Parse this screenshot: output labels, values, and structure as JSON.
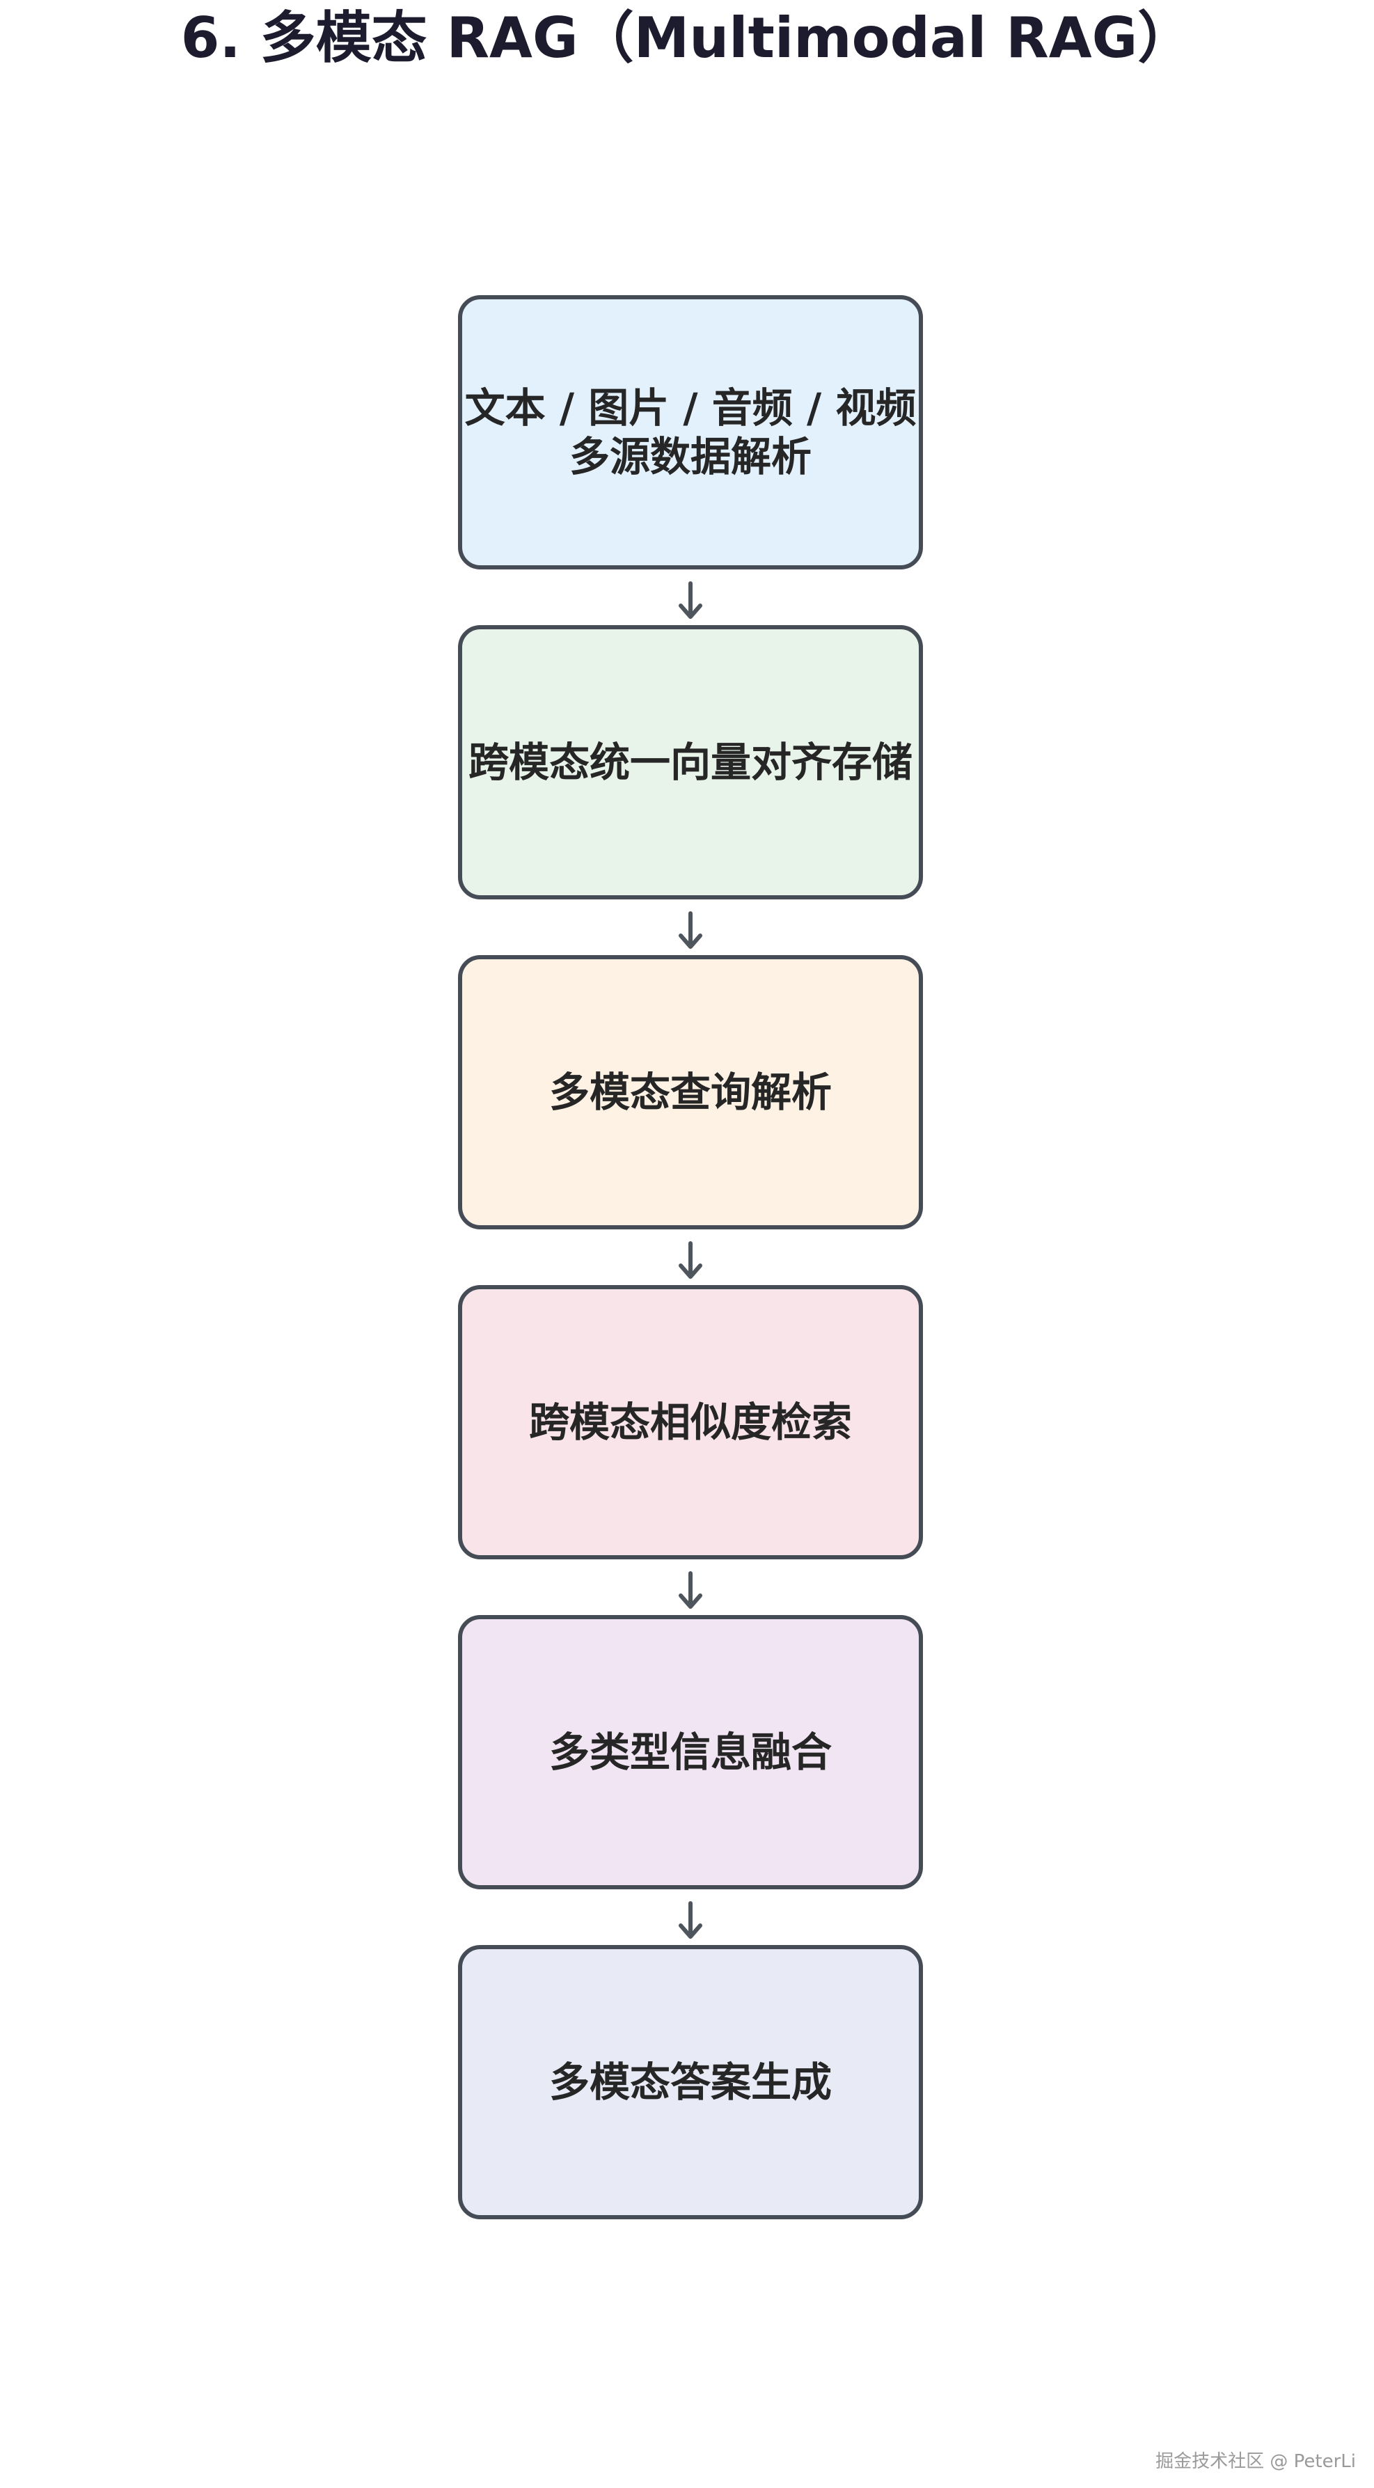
{
  "title": "6. 多模态 RAG（Multimodal RAG）",
  "steps": [
    {
      "lines": [
        "文本 / 图片 / 音频 / 视频",
        "多源数据解析"
      ],
      "fill": "#e3f1fc"
    },
    {
      "lines": [
        "跨模态统一向量对齐存储"
      ],
      "fill": "#e8f3e9"
    },
    {
      "lines": [
        "多模态查询解析"
      ],
      "fill": "#fdf2e3"
    },
    {
      "lines": [
        "跨模态相似度检索"
      ],
      "fill": "#f9e4ea"
    },
    {
      "lines": [
        "多类型信息融合"
      ],
      "fill": "#f1e5f4"
    },
    {
      "lines": [
        "多模态答案生成"
      ],
      "fill": "#e8ebf6"
    }
  ],
  "colors": {
    "border": "#454c55",
    "arrow": "#4f555c"
  },
  "watermark": "掘金技术社区 @ PeterLi"
}
